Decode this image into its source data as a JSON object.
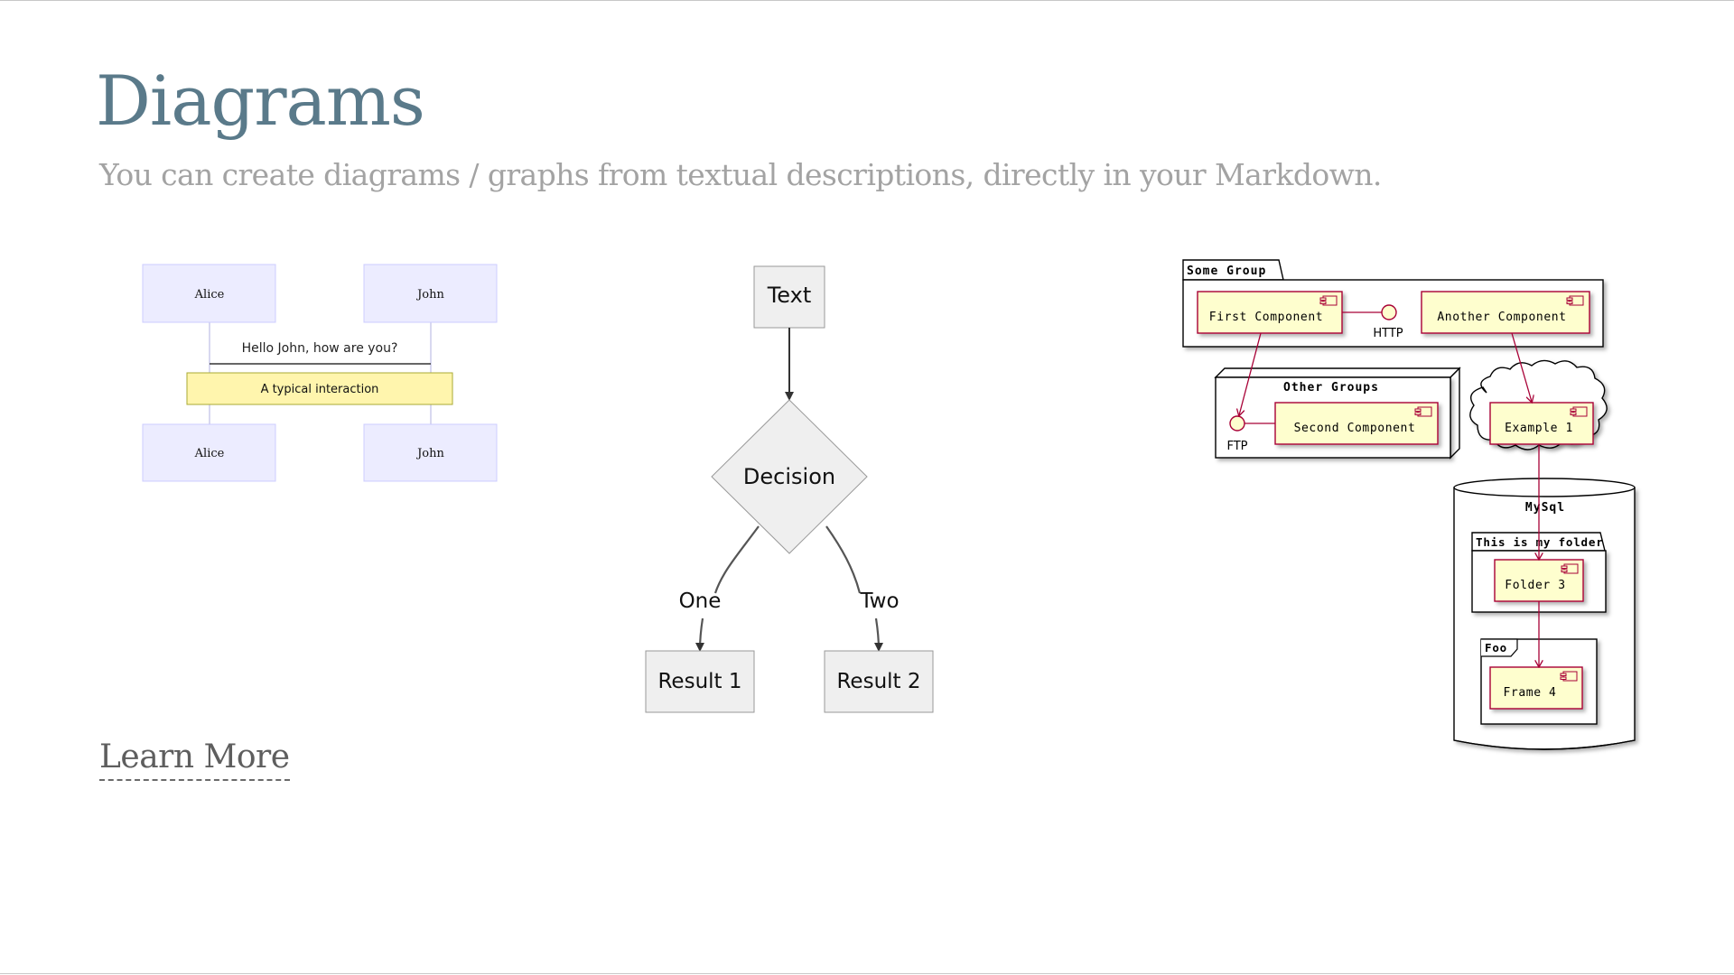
{
  "header": {
    "title": "Diagrams",
    "subtitle": "You can create diagrams / graphs from textual descriptions, directly in your Markdown."
  },
  "learn_more": "Learn More",
  "sequence": {
    "participant_a": "Alice",
    "participant_b": "John",
    "message": "Hello John, how are you?",
    "note": "A typical interaction"
  },
  "flowchart": {
    "start": "Text",
    "decision": "Decision",
    "edge_one": "One",
    "edge_two": "Two",
    "result_one": "Result 1",
    "result_two": "Result 2"
  },
  "component": {
    "some_group": "Some Group",
    "first_component": "First Component",
    "http": "HTTP",
    "another_component": "Another Component",
    "other_groups": "Other Groups",
    "ftp": "FTP",
    "second_component": "Second Component",
    "example_1": "Example 1",
    "mysql": "MySql",
    "folder_label": "This is my folder",
    "folder_3": "Folder 3",
    "foo": "Foo",
    "frame_4": "Frame 4"
  },
  "colors": {
    "title": "#5a7a8a",
    "subtitle": "#a3a3a3",
    "seq_actor_fill": "#ececff",
    "seq_actor_stroke": "#ccccff",
    "note_fill": "#fff5ad",
    "note_stroke": "#aaaa33",
    "flow_fill": "#efefef",
    "component_fill": "#fefece",
    "component_stroke": "#a80036"
  }
}
